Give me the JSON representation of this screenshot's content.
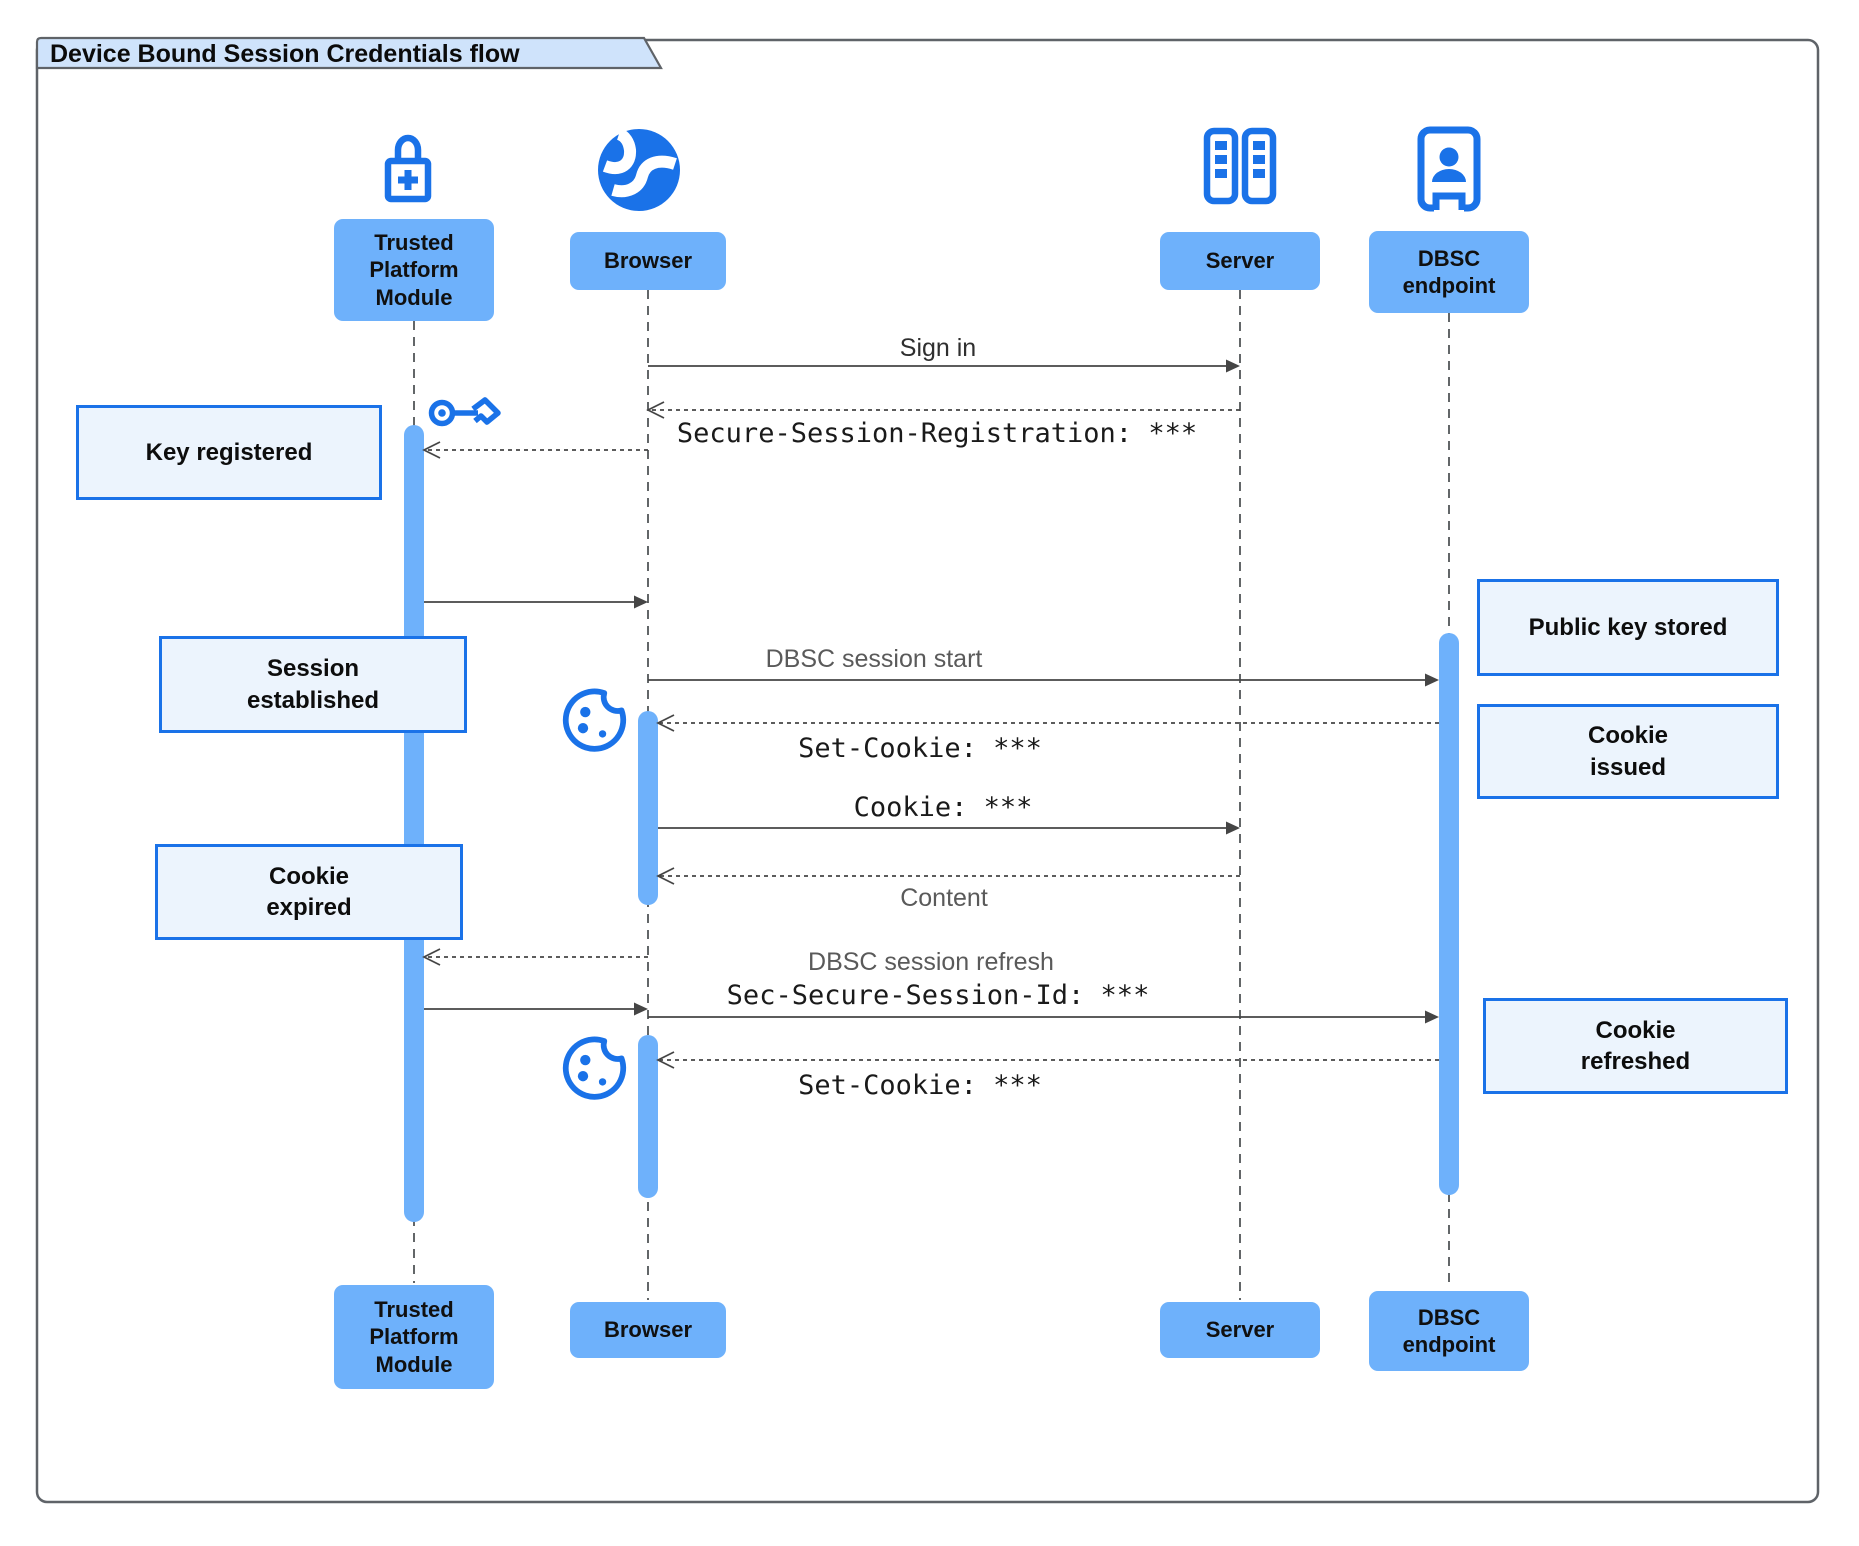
{
  "title": "Device Bound Session Credentials flow",
  "participants": [
    {
      "id": "tpm",
      "name": "Trusted\nPlatform\nModule",
      "icon": "lock-plus-icon"
    },
    {
      "id": "browser",
      "name": "Browser",
      "icon": "globe-icon"
    },
    {
      "id": "server",
      "name": "Server",
      "icon": "server-rack-icon"
    },
    {
      "id": "dbsc",
      "name": "DBSC\nendpoint",
      "icon": "doorway-person-icon"
    }
  ],
  "messages": [
    {
      "from": "Browser",
      "to": "Server",
      "type": "solid",
      "label": "Sign in"
    },
    {
      "from": "Server",
      "to": "Browser",
      "type": "dashed",
      "label": "Secure-Session-Registration: ***"
    },
    {
      "from": "Browser",
      "to": "Trusted Platform Module",
      "type": "dashed",
      "label": ""
    },
    {
      "from": "Trusted Platform Module",
      "to": "Browser",
      "type": "solid",
      "label": ""
    },
    {
      "from": "Browser",
      "to": "DBSC endpoint",
      "type": "solid",
      "label": "DBSC session start"
    },
    {
      "from": "DBSC endpoint",
      "to": "Browser",
      "type": "dashed",
      "label": "Set-Cookie: ***"
    },
    {
      "from": "Browser",
      "to": "Server",
      "type": "solid",
      "label": "Cookie: ***"
    },
    {
      "from": "Server",
      "to": "Browser",
      "type": "dashed",
      "label": "Content"
    },
    {
      "from": "Browser",
      "to": "Trusted Platform Module",
      "type": "dashed",
      "label": ""
    },
    {
      "from": "Trusted Platform Module",
      "to": "Browser",
      "type": "solid",
      "label": ""
    },
    {
      "from": "Browser",
      "to": "DBSC endpoint",
      "type": "solid",
      "label": "DBSC session refresh",
      "label2": "Sec-Secure-Session-Id: ***"
    },
    {
      "from": "DBSC endpoint",
      "to": "Browser",
      "type": "dashed",
      "label": "Set-Cookie: ***"
    }
  ],
  "notes": [
    {
      "over": "Trusted Platform Module",
      "text": "Key registered"
    },
    {
      "over": "Trusted Platform Module",
      "text": "Session\nestablished"
    },
    {
      "over": "Trusted Platform Module",
      "text": "Cookie\nexpired"
    },
    {
      "over": "DBSC endpoint",
      "text": "Public key stored"
    },
    {
      "over": "DBSC endpoint",
      "text": "Cookie\nissued"
    },
    {
      "over": "DBSC endpoint",
      "text": "Cookie\nrefreshed"
    }
  ],
  "icons": [
    "lock-plus-icon",
    "globe-icon",
    "server-rack-icon",
    "doorway-person-icon",
    "key-icon",
    "cookie-icon"
  ],
  "colors": {
    "accent": "#1a72e8",
    "participant_fill": "#6eb1fb",
    "note_fill": "#ecf4fd",
    "note_border": "#1a72e8",
    "title_fill": "#cfe3fb",
    "frame_border": "#5f6368",
    "arrow_line": "#454545",
    "label_gray": "#5a5a5a",
    "label_dark": "#2f2f2f"
  }
}
